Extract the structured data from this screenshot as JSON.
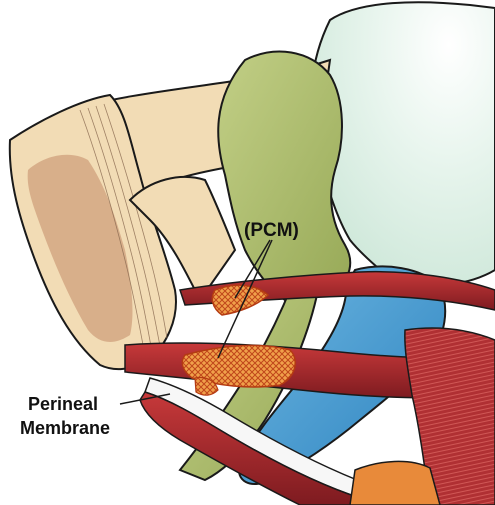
{
  "figure": {
    "labels": {
      "pcm": "(PCM)",
      "perineal_line1": "Perineal",
      "perineal_line2": "Membrane"
    },
    "colors": {
      "bladder_fill": "#dff0e6",
      "uterus_fill": "#a9b967",
      "bone_fill": "#f2dcb5",
      "trabecular_fill": "#d4a782",
      "muscle_red": "#a8282c",
      "rectum_blue": "#3f9bd1",
      "mesh_orange": "#e8721c",
      "outline": "#1a1a1a"
    }
  }
}
